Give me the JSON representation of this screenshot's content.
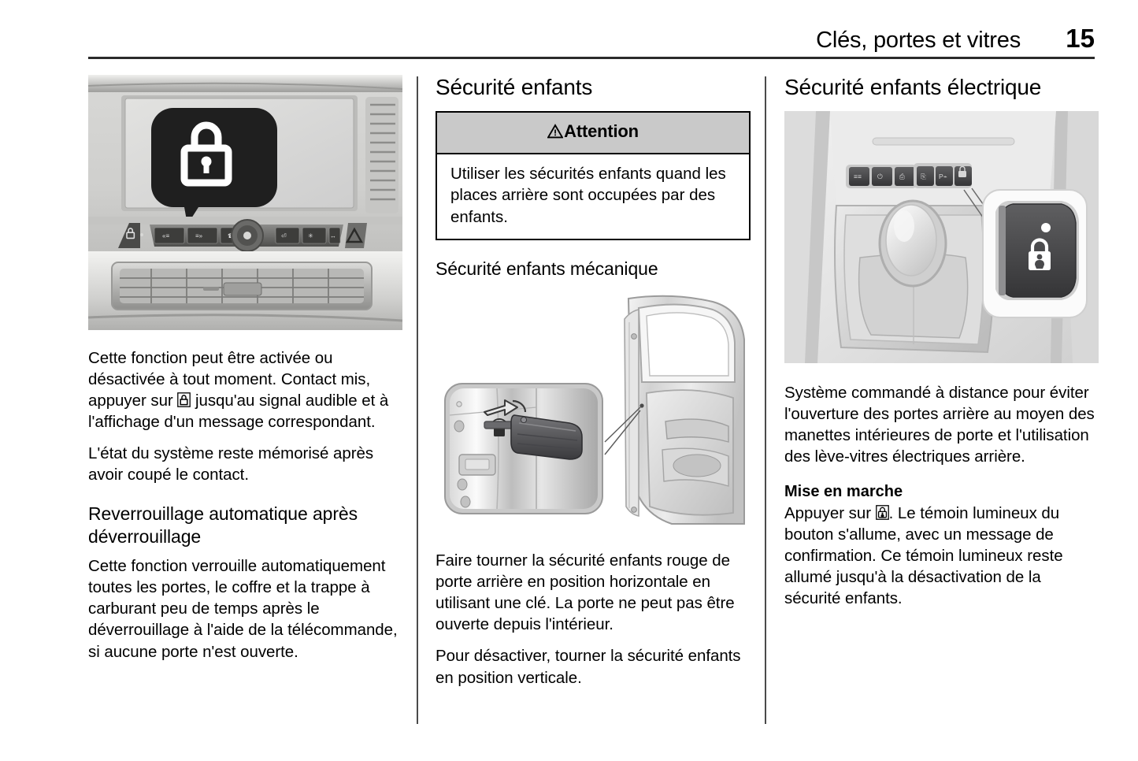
{
  "header": {
    "title": "Clés, portes et vitres",
    "page_number": "15"
  },
  "columns": {
    "left": {
      "figure": {
        "name": "dashboard-center-console-lock-callout",
        "caption": ""
      },
      "paragraphs": [
        {
          "before": "Cette fonction peut être activée ou désactivée à tout moment. Contact mis, appuyer sur ",
          "icon": "lock-icon",
          "after": " jusqu'au signal audible et à l'affichage d'un message correspondant."
        }
      ],
      "paragraph_2": "L'état du système reste mémorisé après avoir coupé le contact.",
      "subheading": "Reverrouillage automatique après déverrouillage",
      "paragraph_3": "Cette fonction verrouille automatiquement toutes les portes, le coffre et la trappe à carburant peu de temps après le déverrouillage à l'aide de la télécommande, si aucune porte n'est ouverte."
    },
    "middle": {
      "heading": "Sécurité enfants",
      "warning": {
        "label": "Attention",
        "icon": "warning-triangle-icon",
        "body": "Utiliser les sécurités enfants quand les places arrière sont occupées par des enfants."
      },
      "subheading": "Sécurité enfants mécanique",
      "figure": {
        "name": "rear-door-child-lock-key-callout",
        "caption": ""
      },
      "paragraph_1": "Faire tourner la sécurité enfants rouge de porte arrière en position horizontale en utilisant une clé. La porte ne peut pas être ouverte depuis l'intérieur.",
      "paragraph_2": "Pour désactiver, tourner la sécurité enfants en position verticale."
    },
    "right": {
      "heading": "Sécurité enfants électrique",
      "figure": {
        "name": "center-console-child-lock-button-callout",
        "caption": ""
      },
      "paragraph_1": "Système commandé à distance pour éviter l'ouverture des portes arrière au moyen des manettes intérieures de porte et l'utilisation des lève-vitres électriques arrière.",
      "subheading": "Mise en marche",
      "paragraph_2": {
        "before": "Appuyer sur ",
        "icon": "child-safety-lock-icon",
        "after": ". Le témoin lumineux du bouton s'allume, avec un message de confirmation. Ce témoin lumineux reste allumé jusqu'à la désactivation de la sécurité enfants."
      }
    }
  },
  "colors": {
    "text": "#000000",
    "rule": "#2b2b2b",
    "divider": "#4a4a4a",
    "warning_header_bg": "#c9c9c9",
    "page_bg": "#ffffff"
  }
}
